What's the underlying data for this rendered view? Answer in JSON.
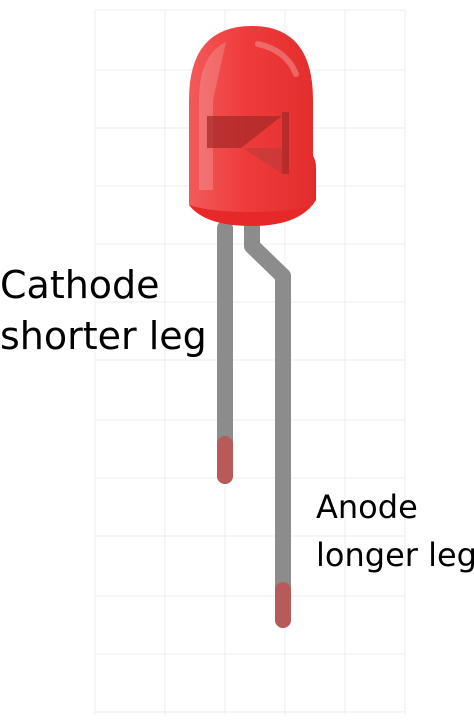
{
  "labels": {
    "cathode": [
      "Cathode",
      "shorter leg"
    ],
    "anode": [
      "Anode",
      "longer leg"
    ]
  },
  "colors": {
    "led_body": "#ef3b3b",
    "led_rim": "#e62828",
    "leg": "#8c8c8c",
    "leg_tip": "#b85a5a",
    "grid": "#ececec",
    "text": "#000000"
  },
  "icons": {
    "component": "led-icon",
    "symbol": "diode-symbol-icon"
  }
}
